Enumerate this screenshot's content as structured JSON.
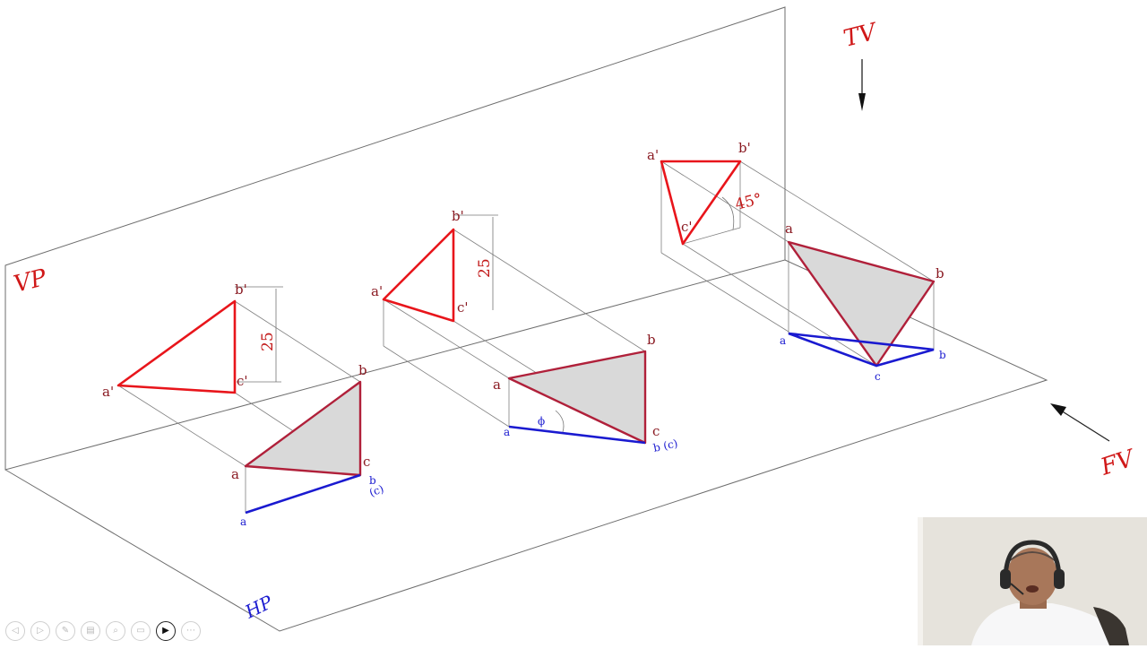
{
  "planes": {
    "vp_label": "VP",
    "hp_label": "HP",
    "tv_label": "TV",
    "fv_label": "FV"
  },
  "views": {
    "left": {
      "a_prime": "a'",
      "b_prime": "b'",
      "c_prime": "c'",
      "a": "a",
      "b": "b",
      "c": "c",
      "a_top": "a",
      "b_top": "b",
      "c_top": "(c)",
      "dim": "25"
    },
    "middle": {
      "a_prime": "a'",
      "b_prime": "b'",
      "c_prime": "c'",
      "a": "a",
      "b": "b",
      "c": "c",
      "a_top": "a",
      "bc_top": "b (c)",
      "phi": "ϕ",
      "dim": "25"
    },
    "right": {
      "a_prime": "a'",
      "b_prime": "b'",
      "c_prime": "c'",
      "a": "a",
      "b": "b",
      "a_top": "a",
      "b_top": "b",
      "c_top": "c",
      "angle": "45°"
    }
  },
  "colors": {
    "front_view": "#e8151b",
    "true_shape": "#b0203a",
    "top_view": "#1a1ad0",
    "fill": "#d9d9d9"
  },
  "toolbar": {
    "buttons": [
      {
        "icon": "previous-icon",
        "glyph": "◁"
      },
      {
        "icon": "next-icon",
        "glyph": "▷"
      },
      {
        "icon": "pen-icon",
        "glyph": "✎"
      },
      {
        "icon": "slides-icon",
        "glyph": "▤"
      },
      {
        "icon": "zoom-icon",
        "glyph": "⌕"
      },
      {
        "icon": "subtitles-icon",
        "glyph": "▭"
      },
      {
        "icon": "camera-icon",
        "glyph": "▶"
      },
      {
        "icon": "more-icon",
        "glyph": "⋯"
      }
    ]
  }
}
